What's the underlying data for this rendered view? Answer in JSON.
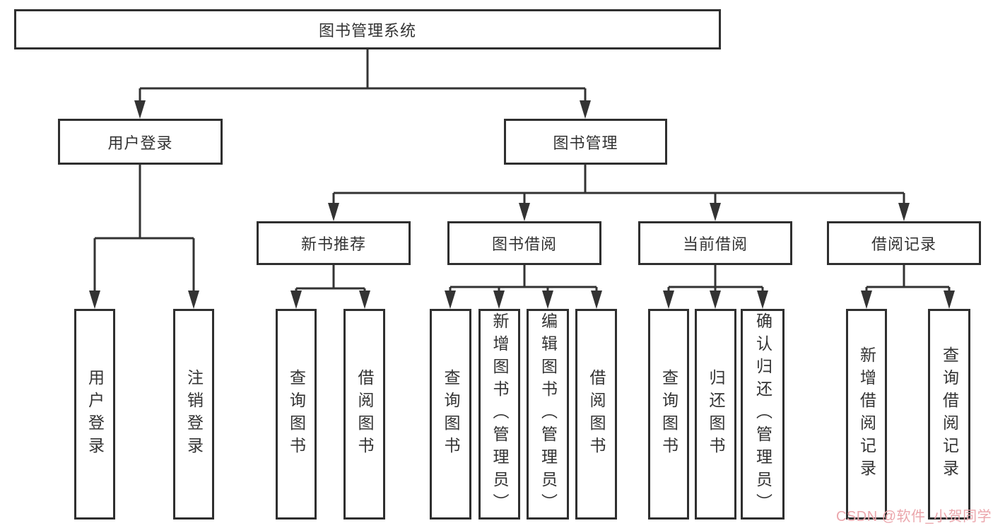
{
  "tree": {
    "root": {
      "label": "图书管理系统"
    },
    "level2": [
      {
        "label": "用户登录"
      },
      {
        "label": "图书管理"
      }
    ],
    "level3": [
      {
        "label": "新书推荐"
      },
      {
        "label": "图书借阅"
      },
      {
        "label": "当前借阅"
      },
      {
        "label": "借阅记录"
      }
    ],
    "leaves": {
      "user_login": [
        "用户登录",
        "注销登录"
      ],
      "new_book_recommend": [
        "查询图书",
        "借阅图书"
      ],
      "book_borrow": [
        "查询图书",
        "新增图书（管理员）",
        "编辑图书（管理员）",
        "借阅图书"
      ],
      "current_borrow": [
        "查询图书",
        "归还图书",
        "确认归还（管理员）"
      ],
      "borrow_record": [
        "新增借阅记录",
        "查询借阅记录"
      ]
    }
  },
  "watermark": {
    "text": "CSDN @软件_小贺同学",
    "color": "#eba6ac"
  },
  "colors": {
    "line": "#333333",
    "text": "#333333",
    "box_border": "#2f2f2f",
    "background": "#ffffff"
  }
}
